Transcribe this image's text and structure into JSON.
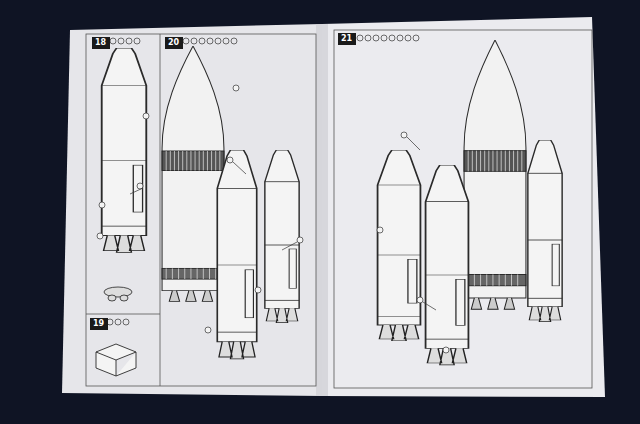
{
  "diagram": {
    "nodes": [
      {
        "text": [
          "18"
        ]
      },
      {
        "text": [
          "20"
        ]
      },
      {
        "text": [
          "19"
        ]
      },
      {
        "text": [
          "21"
        ]
      }
    ]
  }
}
